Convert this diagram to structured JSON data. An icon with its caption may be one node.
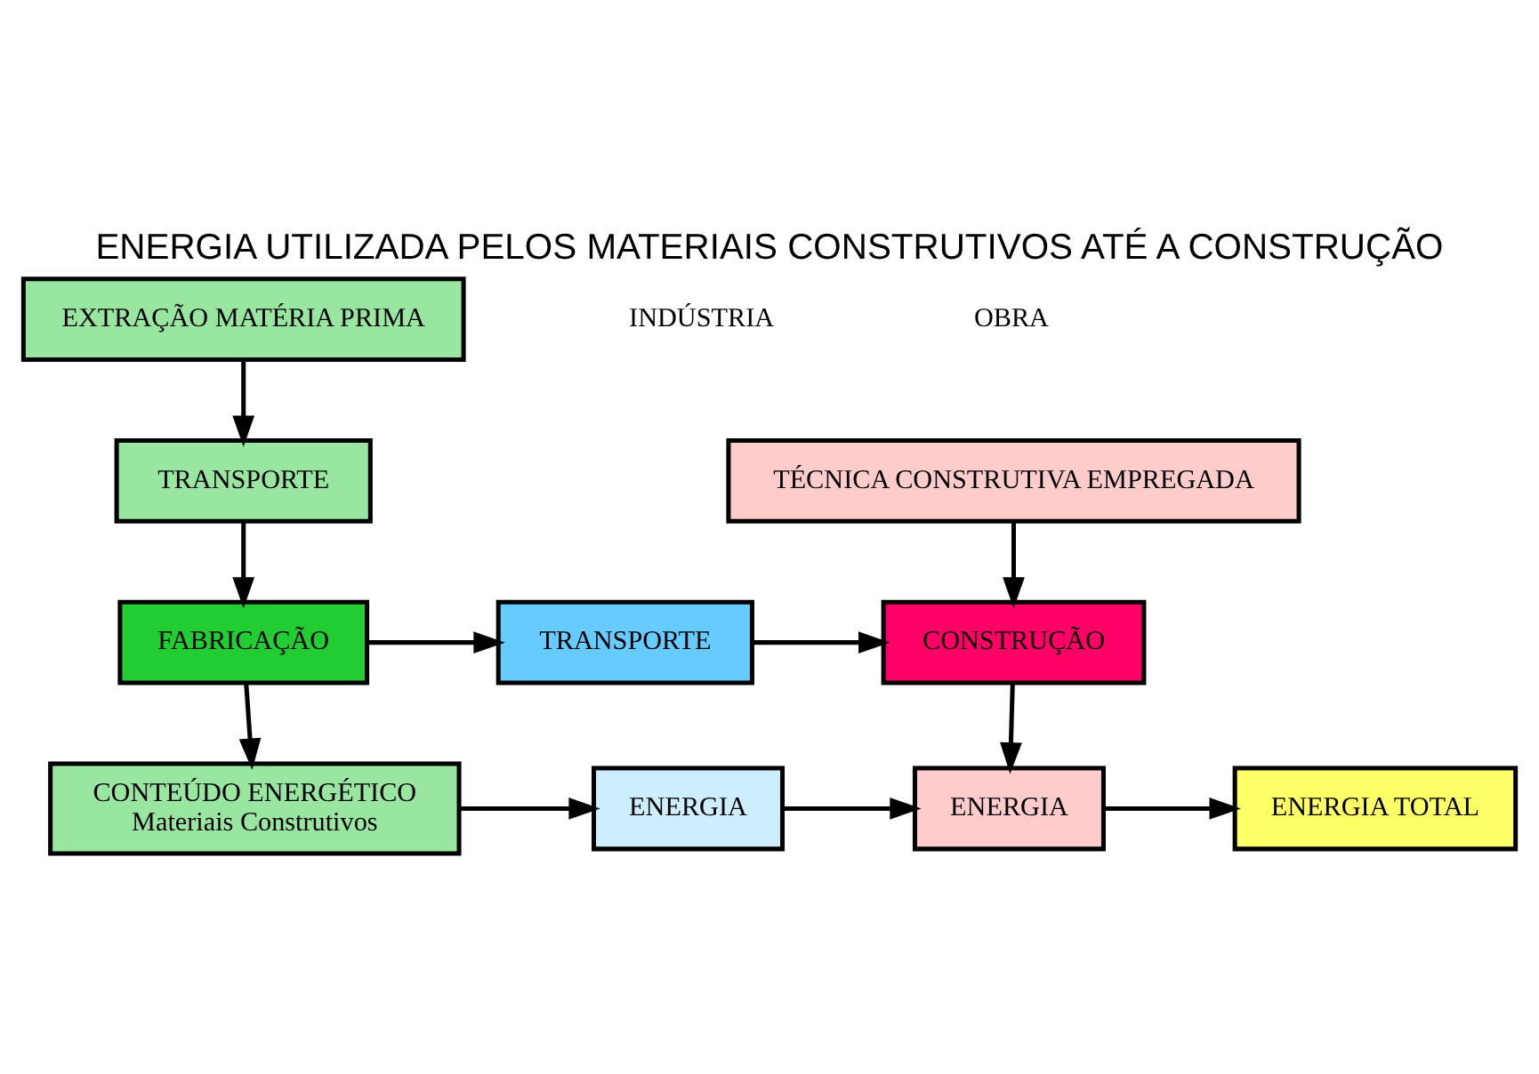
{
  "diagram": {
    "title": "ENERGIA UTILIZADA PELOS MATERIAIS CONSTRUTIVOS ATÉ A CONSTRUÇÃO",
    "nodes": [
      {
        "text": [
          "EXTRAÇÃO MATÉRIA PRIMA"
        ]
      },
      {
        "text": [
          "TRANSPORTE"
        ]
      },
      {
        "text": [
          "FABRICAÇÃO"
        ]
      },
      {
        "text": [
          "CONTEÚDO ENERGÉTICO",
          "Materiais Construtivos"
        ]
      },
      {
        "text": [
          "TRANSPORTE"
        ]
      },
      {
        "text": [
          "ENERGIA"
        ]
      },
      {
        "text": [
          "TÉCNICA CONSTRUTIVA EMPREGADA"
        ]
      },
      {
        "text": [
          "CONSTRUÇÃO"
        ]
      },
      {
        "text": [
          "ENERGIA"
        ]
      },
      {
        "text": [
          "ENERGIA TOTAL"
        ]
      }
    ],
    "edges": [
      {
        "from": 0,
        "to": 1,
        "arrow": "to"
      },
      {
        "from": 1,
        "to": 2,
        "arrow": "to"
      },
      {
        "from": 2,
        "to": 3,
        "arrow": "to"
      },
      {
        "from": 2,
        "to": 4,
        "arrow": "to"
      },
      {
        "from": 4,
        "to": 7,
        "arrow": "to"
      },
      {
        "from": 6,
        "to": 7,
        "arrow": "to"
      },
      {
        "from": 7,
        "to": 8,
        "arrow": "to"
      },
      {
        "from": 3,
        "to": 5,
        "arrow": "to"
      },
      {
        "from": 5,
        "to": 8,
        "arrow": "to"
      },
      {
        "from": 8,
        "to": 9,
        "arrow": "to"
      }
    ],
    "labels": [
      "INDÚSTRIA",
      "OBRA"
    ]
  }
}
